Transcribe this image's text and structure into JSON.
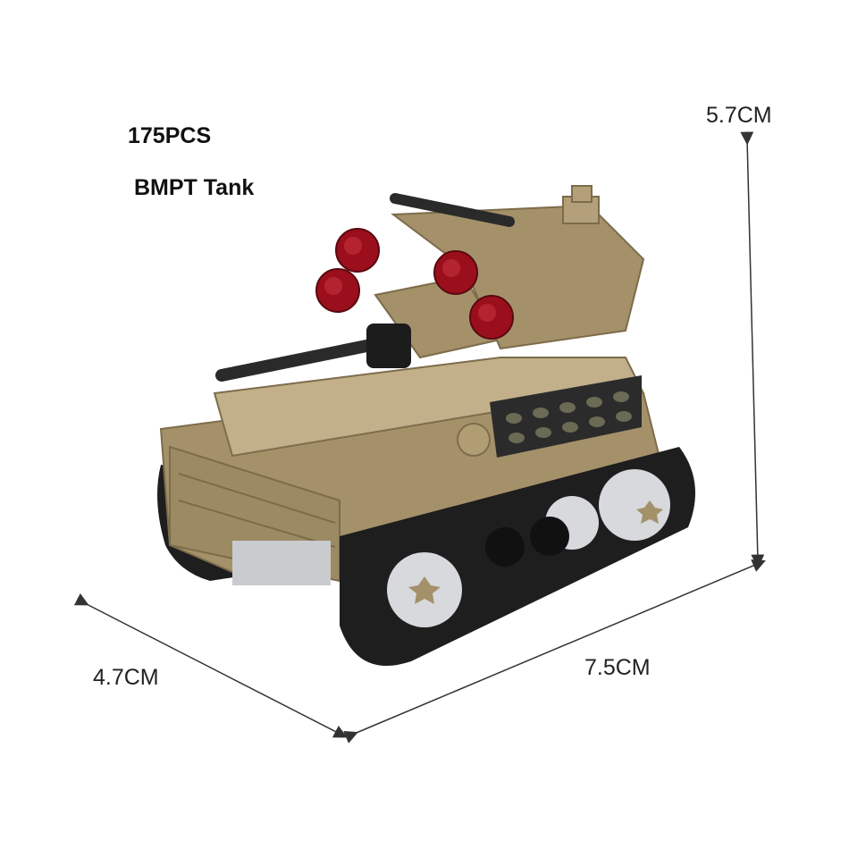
{
  "product": {
    "pieces": "175PCS",
    "name": "BMPT Tank"
  },
  "dimensions": {
    "height": "5.7CM",
    "depth": "4.7CM",
    "width": "7.5CM"
  },
  "colors": {
    "tan": "#a4916a",
    "tan_dark": "#7d6c4b",
    "tan_light": "#c2b08a",
    "track": "#1e1e1e",
    "wheel": "#d7d9dc",
    "red_translucent": "#9b0f1c",
    "barrel": "#2a2a2a"
  }
}
